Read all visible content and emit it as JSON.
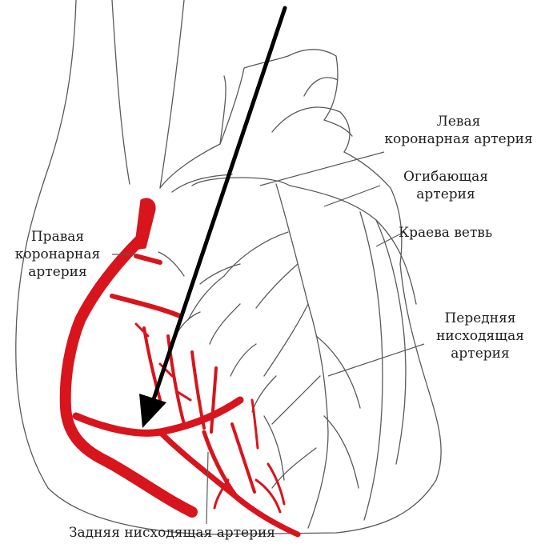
{
  "labels": {
    "left_coronary": [
      "Левая",
      "коронарная артерия"
    ],
    "circumflex": [
      "Огибающая",
      "артерия"
    ],
    "marginal": "Краева ветвь",
    "right_coronary": [
      "Правая",
      "коронарная",
      "артерия"
    ],
    "lad": [
      "Передняя",
      "нисходящая",
      "артерия"
    ],
    "pda": "Задняя нисходящая артерия"
  },
  "colors": {
    "right_coronary_artery": "#d8141c",
    "outline": "#5a5a5a",
    "pointer_arrow": "#000000"
  },
  "icons": [
    "heart-illustration",
    "pointer-arrow"
  ]
}
